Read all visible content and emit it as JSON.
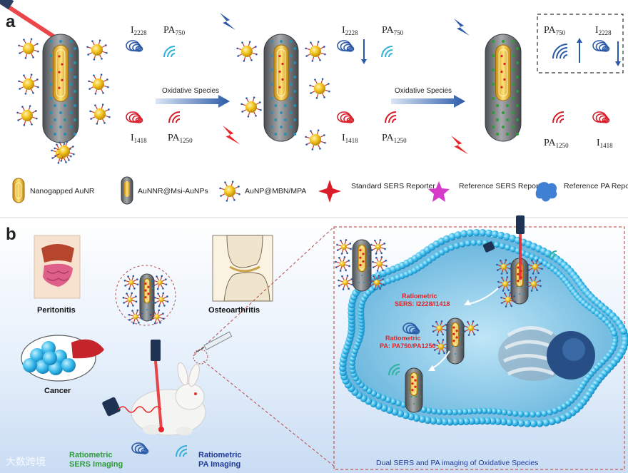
{
  "panel_a": {
    "letter": "a",
    "stage1": {
      "i2228": {
        "base": "I",
        "sub": "2228"
      },
      "pa750": {
        "base": "PA",
        "sub": "750"
      },
      "i1418": {
        "base": "I",
        "sub": "1418"
      },
      "pa1250": {
        "base": "PA",
        "sub": "1250"
      }
    },
    "arrow1_label": "Oxidative Species",
    "stage2": {
      "i2228": {
        "base": "I",
        "sub": "2228"
      },
      "pa750": {
        "base": "PA",
        "sub": "750"
      },
      "i1418": {
        "base": "I",
        "sub": "1418"
      },
      "pa1250": {
        "base": "PA",
        "sub": "1250"
      }
    },
    "arrow2_label": "Oxidative Species",
    "stage3": {
      "pa750": {
        "base": "PA",
        "sub": "750"
      },
      "i2228": {
        "base": "I",
        "sub": "2228"
      },
      "pa1250": {
        "base": "PA",
        "sub": "1250"
      },
      "i1418": {
        "base": "I",
        "sub": "1418"
      }
    },
    "legend": [
      {
        "label": "Nanogapped AuNR",
        "icon": "nanorod-icon"
      },
      {
        "label": "AuNNR@Msi-AuNPs",
        "icon": "coated-nanorod-icon"
      },
      {
        "label": "AuNP@MBN/MPA",
        "icon": "nanoparticle-icon"
      },
      {
        "label": "Standard SERS Reporter",
        "icon": "red-star-icon"
      },
      {
        "label": "Reference SERS Reporter",
        "icon": "pink-star-icon"
      },
      {
        "label": "Reference PA Reporter (ABTS)",
        "icon": "blue-blob-icon"
      }
    ]
  },
  "panel_b": {
    "letter": "b",
    "peritonitis": "Peritonitis",
    "osteoarthritis": "Osteoarthritis",
    "cancer": "Cancer",
    "ratio_sers": "Ratiometric SERS: I2228/I1418",
    "ratio_pa": "Ratiometric PA: PA750/PA1250",
    "ratiometric_sers_imaging": "Ratiometric SERS Imaging",
    "ratiometric_pa_imaging": "Ratiometric PA Imaging",
    "caption": "Dual SERS and PA imaging of Oxidative Species",
    "watermark": "大数跨境"
  },
  "colors": {
    "laser_red": "#e8262a",
    "arrow_blue": "#2b5aa8",
    "gold": "#f2c31b",
    "rod_gray": "#6e7275",
    "membrane_cyan": "#32b6e8",
    "title_green": "#2e9b3a",
    "title_blue": "#1f3a9a",
    "sers_red_label": "#e0262b"
  }
}
